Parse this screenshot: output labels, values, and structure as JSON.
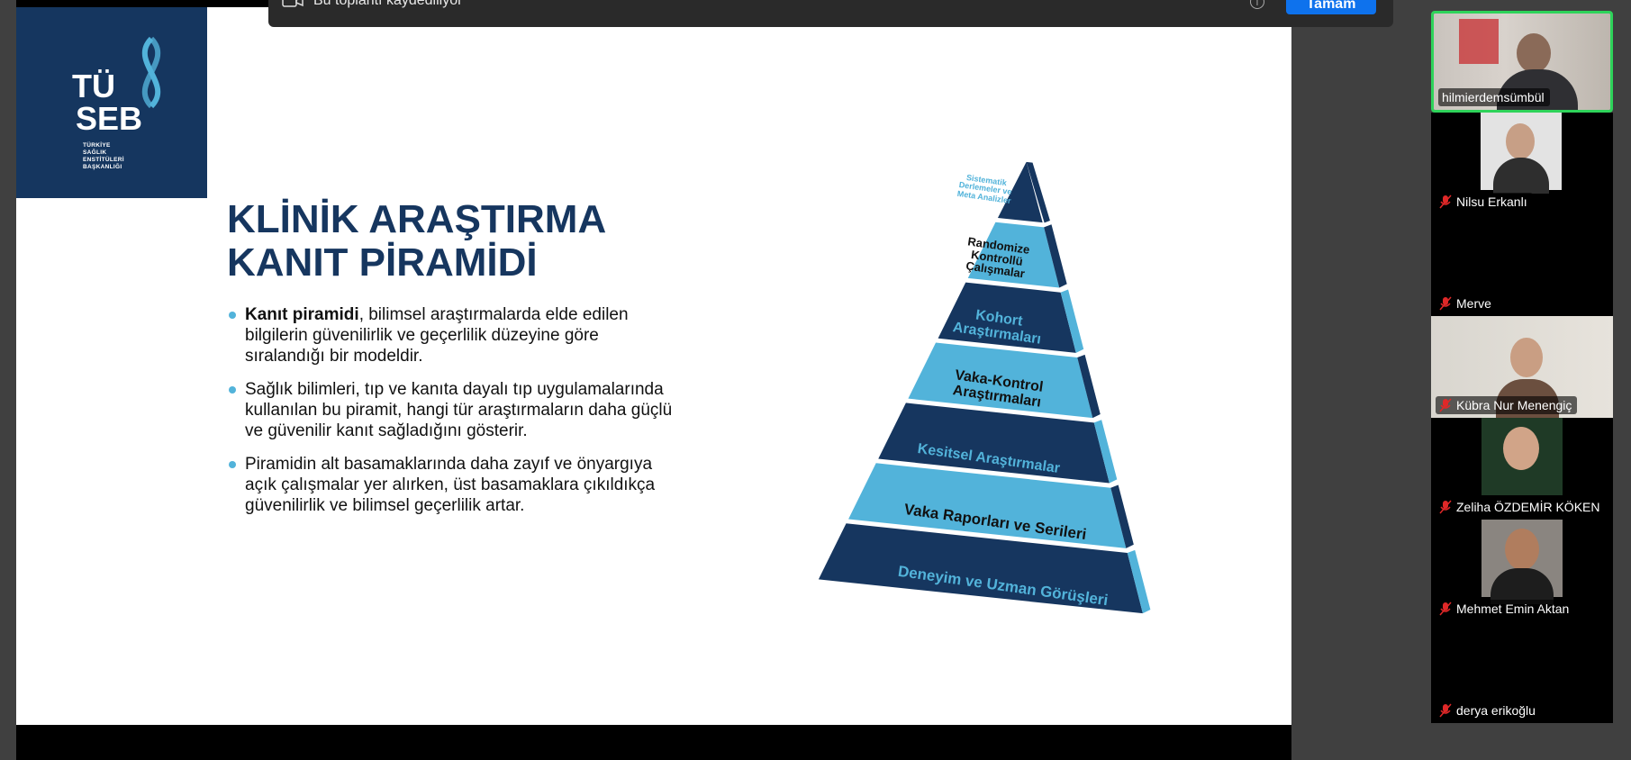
{
  "notification": {
    "text": "Bu toplantı kaydediliyor",
    "button_label": "Tamam"
  },
  "slide": {
    "logo": {
      "letters_top": "TÜ",
      "letters_bottom": "SEB",
      "subtitle_lines": [
        "TÜRKİYE",
        "SAĞLIK",
        "ENSTİTÜLERİ",
        "BAŞKANLIĞI"
      ]
    },
    "title_lines": [
      "KLİNİK ARAŞTIRMA",
      "KANIT PİRAMİDİ"
    ],
    "bullets": [
      {
        "bold": "Kanıt piramidi",
        "text": ", bilimsel araştırmalarda elde edilen bilgilerin güvenilirlik ve geçerlilik düzeyine göre sıralandığı bir modeldir."
      },
      {
        "bold": "",
        "text": "Sağlık bilimleri, tıp ve kanıta dayalı tıp uygulamalarında kullanılan bu piramit, hangi tür araştırmaların daha güçlü ve güvenilir kanıt sağladığını gösterir."
      },
      {
        "bold": "",
        "text": "Piramidin alt basamaklarında daha zayıf ve önyargıya açık çalışmalar yer alırken, üst basamaklara çıkıldıkça güvenilirlik ve bilimsel geçerlilik artar."
      }
    ],
    "pyramid_levels": [
      {
        "label": "Sistematik Derlemeler ve Meta Analizler"
      },
      {
        "label": "Randomize Kontrollü Çalışmalar"
      },
      {
        "label": "Kohort Araştırmaları"
      },
      {
        "label": "Vaka-Kontrol Araştırmaları"
      },
      {
        "label": "Kesitsel Araştırmalar"
      },
      {
        "label": "Vaka Raporları ve Serileri"
      },
      {
        "label": "Deneyim ve Uzman Görüşleri"
      }
    ],
    "colors": {
      "navy": "#16365f",
      "light_blue": "#52b3da",
      "accent_dot": "#52b3da"
    }
  },
  "participants": [
    {
      "name": "hilmierdemsümbül",
      "muted": false,
      "video": true,
      "active": true
    },
    {
      "name": "Nilsu Erkanlı",
      "muted": true,
      "video": true,
      "active": false
    },
    {
      "name": "Merve",
      "muted": true,
      "video": false,
      "active": false
    },
    {
      "name": "Kübra Nur Menengiç",
      "muted": true,
      "video": true,
      "active": false
    },
    {
      "name": "Zeliha ÖZDEMİR KÖKEN",
      "muted": true,
      "video": true,
      "active": false
    },
    {
      "name": "Mehmet Emin Aktan",
      "muted": true,
      "video": true,
      "active": false
    },
    {
      "name": "derya erikoğlu",
      "muted": true,
      "video": false,
      "active": false
    }
  ]
}
